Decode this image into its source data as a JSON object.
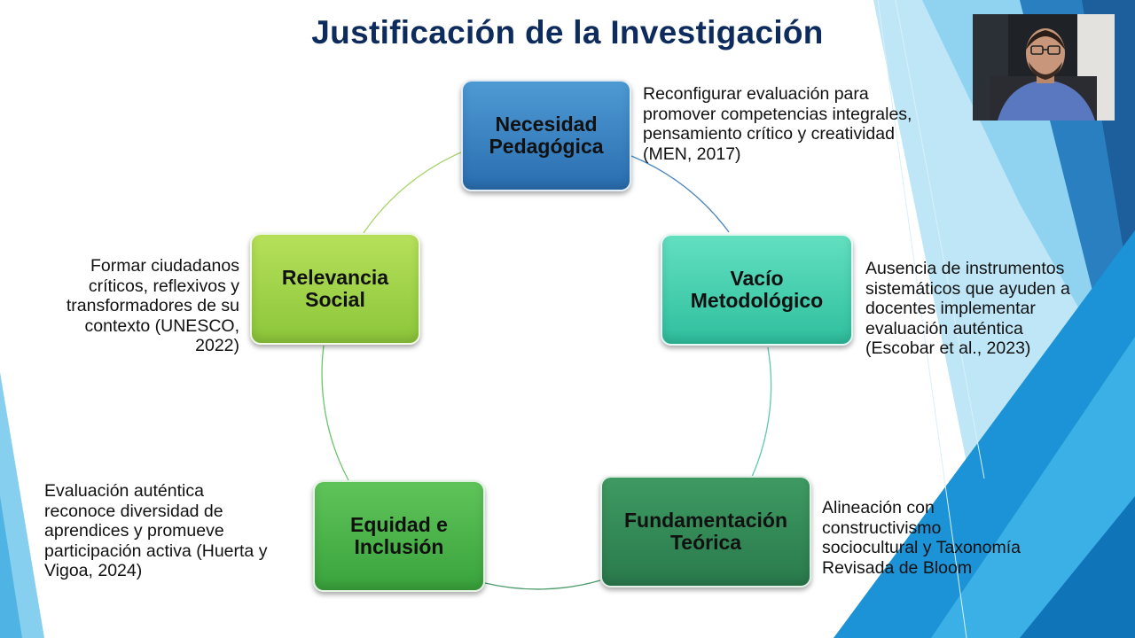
{
  "slide": {
    "title": "Justificación de la Investigación"
  },
  "nodes": [
    {
      "label_line1": "Necesidad",
      "label_line2": "Pedagógica",
      "color": "#2f75b5"
    },
    {
      "label_line1": "Vacío",
      "label_line2": "Metodológico",
      "color": "#3cc8a8"
    },
    {
      "label_line1": "Fundamentación",
      "label_line2": "Teórica",
      "color": "#2e8452"
    },
    {
      "label_line1": "Equidad e",
      "label_line2": "Inclusión",
      "color": "#46ad44"
    },
    {
      "label_line1": "Relevancia",
      "label_line2": "Social",
      "color": "#9ed246"
    }
  ],
  "descriptions": {
    "d1": [
      "Reconfigurar evaluación para",
      "promover competencias integrales,",
      "pensamiento crítico y creatividad",
      "(MEN, 2017)"
    ],
    "d2": [
      "Ausencia de instrumentos",
      "sistemáticos que ayuden a",
      "docentes implementar",
      "evaluación auténtica",
      "(Escobar et al., 2023)"
    ],
    "d3": [
      "Alineación con",
      "constructivismo",
      "sociocultural y Taxonomía",
      "Revisada de Bloom"
    ],
    "d4": [
      "Evaluación auténtica",
      "reconoce diversidad de",
      "aprendices y promueve",
      "participación activa (Huerta y",
      "Vigoa, 2024)"
    ],
    "d5": [
      "Formar ciudadanos",
      "críticos, reflexivos y",
      "transformadores de su",
      "contexto (UNESCO,",
      "2022)"
    ]
  },
  "colors": {
    "title": "#0d2b5c",
    "accent_blue": "#1e88c8",
    "light_blue": "#7fd0f0"
  }
}
